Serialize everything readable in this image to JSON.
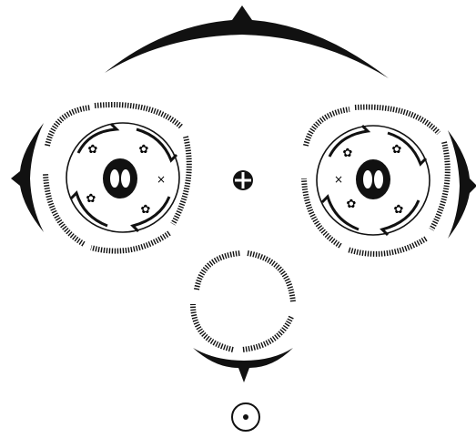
{
  "diagram": {
    "kind": "floral-diagram",
    "elements": [
      "axis-bract",
      "flower-left",
      "flower-right",
      "central-axis",
      "aborted-flower",
      "lower-bract",
      "main-axis"
    ],
    "ink_color": "#111111",
    "background": "#ffffff"
  }
}
